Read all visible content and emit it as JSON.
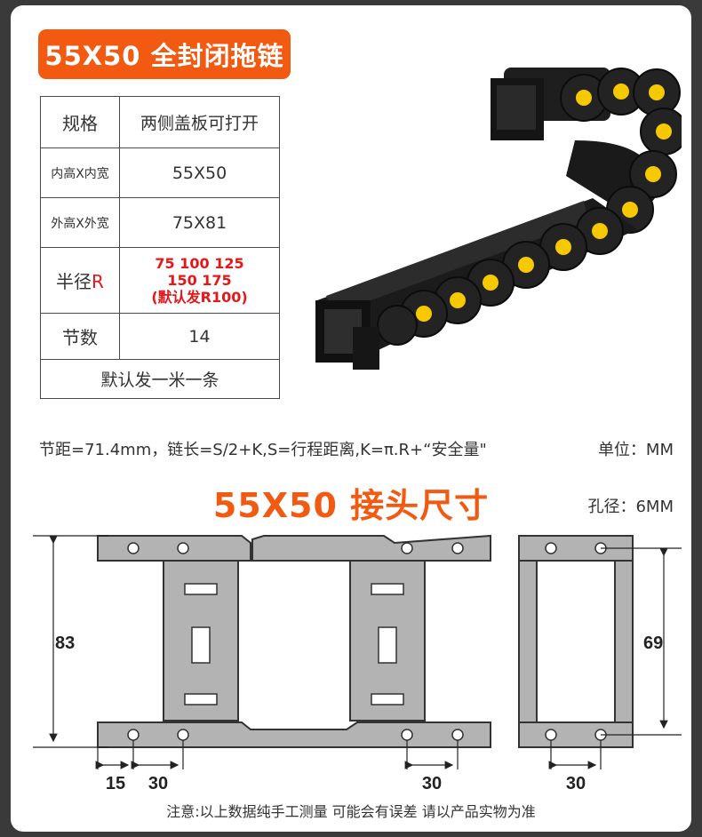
{
  "title": "55X50 全封闭拖链",
  "spec_table": {
    "rows": [
      {
        "key": "规格",
        "value": "两侧盖板可打开"
      },
      {
        "key": "内高X内宽",
        "value": "55X50"
      },
      {
        "key": "外高X外宽",
        "value": "75X81"
      },
      {
        "key_main": "半径",
        "key_suffix": "R",
        "value_lines": [
          "75 100 125",
          "150 175",
          "(默认发R100)"
        ]
      },
      {
        "key": "节数",
        "value": "14"
      }
    ],
    "footer": "默认发一米一条"
  },
  "formula": "节距=71.4mm，链长=S/2+K,S=行程距离,K=π.R+“安全量\"",
  "unit": "单位：MM",
  "subtitle": "55X50 接头尺寸",
  "hole_diameter": "孔径：6MM",
  "dimensions": {
    "height_left": "83",
    "height_right": "69",
    "offset_left": "15",
    "pitch_left": "30",
    "pitch_middle": "30",
    "pitch_right": "30"
  },
  "note": "注意:以上数据纯手工测量 可能会有误差 请以产品实物为准",
  "colors": {
    "accent": "#f25a12",
    "radius_red": "#e4171a",
    "part_fill": "#b3b3b3",
    "part_stroke": "#333333",
    "chain_body": "#1e1e1e",
    "chain_pin": "#f6c800"
  }
}
